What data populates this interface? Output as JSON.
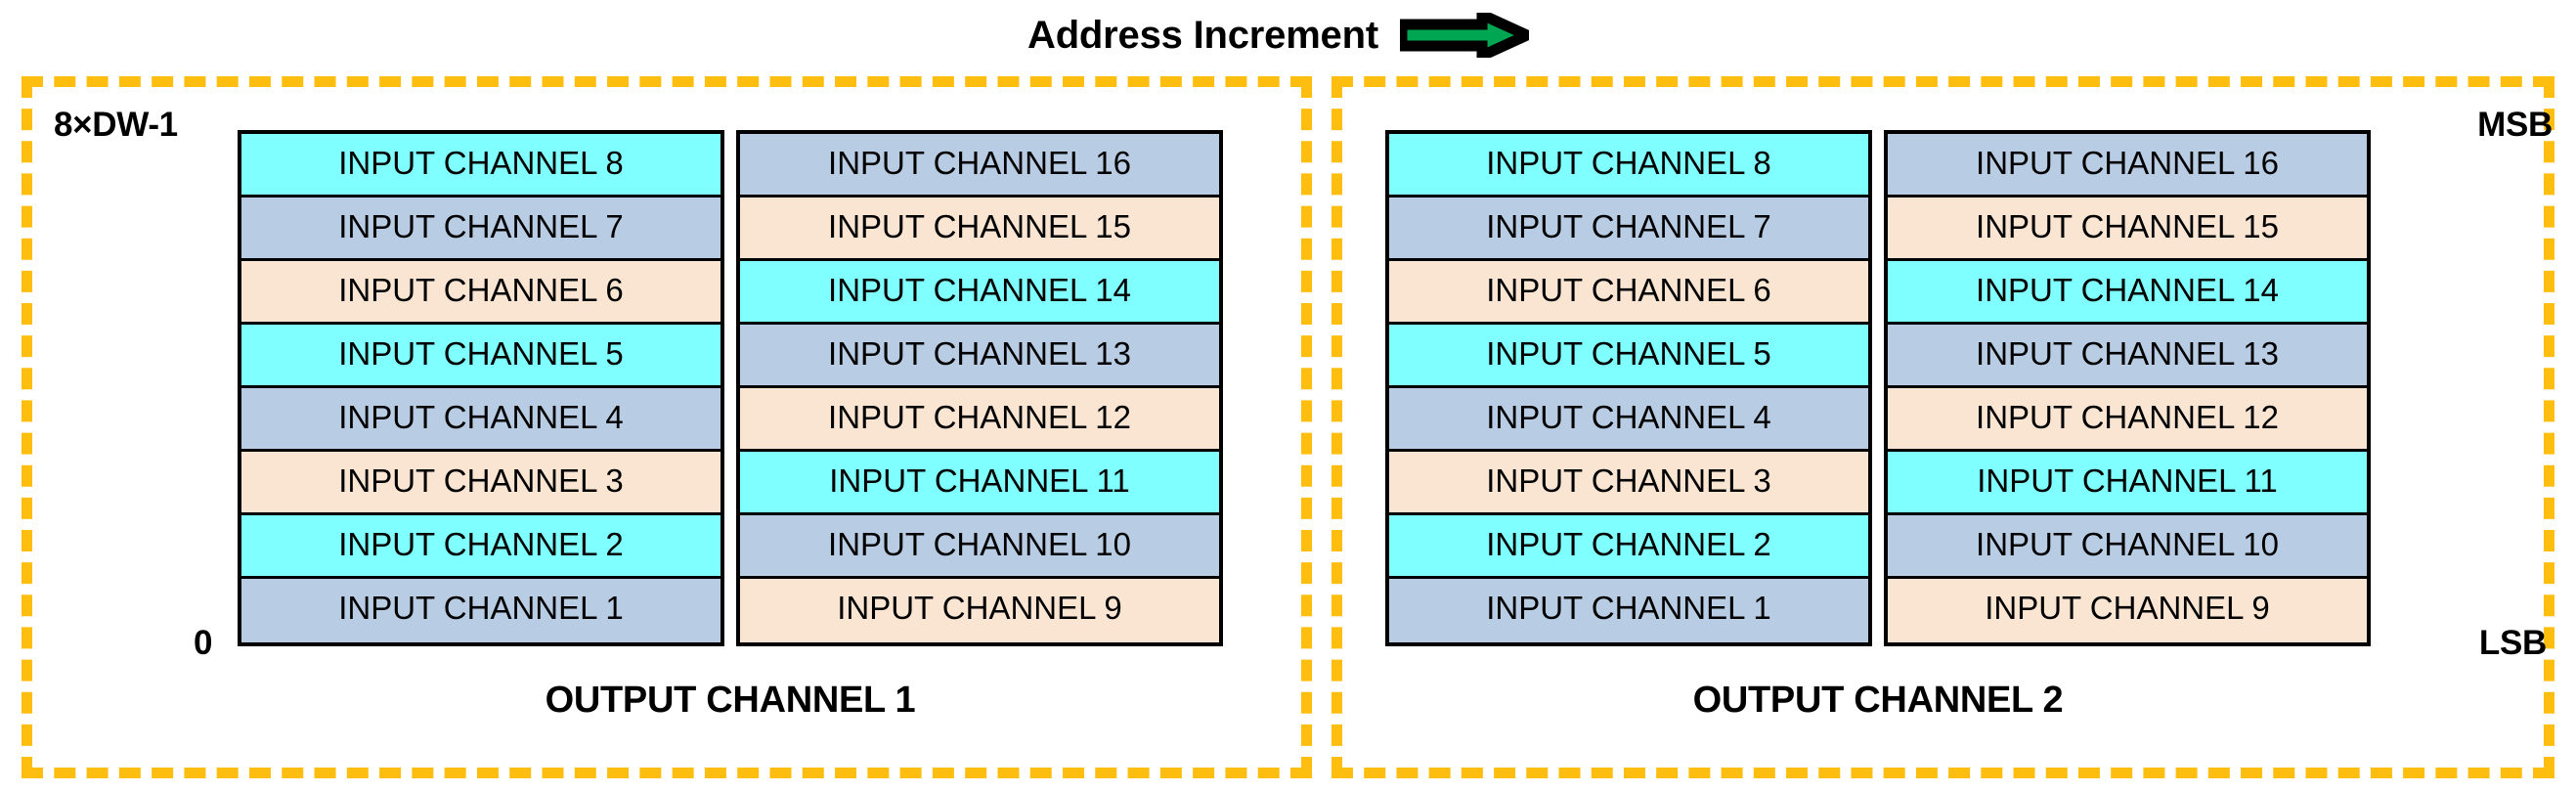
{
  "header": {
    "title": "Address Increment",
    "arrow_icon": "arrow-right-icon",
    "arrow_fill": "#00A651",
    "arrow_stroke": "#000000"
  },
  "labels": {
    "top_left": "8×DW-1",
    "bottom_left": "0",
    "msb": "MSB",
    "lsb": "LSB"
  },
  "colors": {
    "cyan": "#7FFFFF",
    "blue": "#B8CCE4",
    "peach": "#FAE5D3",
    "dashed_border": "#FDBE10",
    "cell_border": "#000000",
    "background": "#FFFFFF"
  },
  "groups": [
    {
      "caption": "OUTPUT CHANNEL 1",
      "columns": [
        {
          "cells": [
            {
              "label": "INPUT CHANNEL 8",
              "color": "cyan"
            },
            {
              "label": "INPUT CHANNEL 7",
              "color": "blue"
            },
            {
              "label": "INPUT CHANNEL 6",
              "color": "peach"
            },
            {
              "label": "INPUT CHANNEL 5",
              "color": "cyan"
            },
            {
              "label": "INPUT CHANNEL 4",
              "color": "blue"
            },
            {
              "label": "INPUT CHANNEL 3",
              "color": "peach"
            },
            {
              "label": "INPUT CHANNEL 2",
              "color": "cyan"
            },
            {
              "label": "INPUT CHANNEL 1",
              "color": "blue"
            }
          ]
        },
        {
          "cells": [
            {
              "label": "INPUT CHANNEL 16",
              "color": "blue"
            },
            {
              "label": "INPUT CHANNEL 15",
              "color": "peach"
            },
            {
              "label": "INPUT CHANNEL 14",
              "color": "cyan"
            },
            {
              "label": "INPUT CHANNEL 13",
              "color": "blue"
            },
            {
              "label": "INPUT CHANNEL 12",
              "color": "peach"
            },
            {
              "label": "INPUT CHANNEL 11",
              "color": "cyan"
            },
            {
              "label": "INPUT CHANNEL 10",
              "color": "blue"
            },
            {
              "label": "INPUT CHANNEL 9",
              "color": "peach"
            }
          ]
        }
      ]
    },
    {
      "caption": "OUTPUT CHANNEL 2",
      "columns": [
        {
          "cells": [
            {
              "label": "INPUT CHANNEL 8",
              "color": "cyan"
            },
            {
              "label": "INPUT CHANNEL 7",
              "color": "blue"
            },
            {
              "label": "INPUT CHANNEL 6",
              "color": "peach"
            },
            {
              "label": "INPUT CHANNEL 5",
              "color": "cyan"
            },
            {
              "label": "INPUT CHANNEL 4",
              "color": "blue"
            },
            {
              "label": "INPUT CHANNEL 3",
              "color": "peach"
            },
            {
              "label": "INPUT CHANNEL 2",
              "color": "cyan"
            },
            {
              "label": "INPUT CHANNEL 1",
              "color": "blue"
            }
          ]
        },
        {
          "cells": [
            {
              "label": "INPUT CHANNEL 16",
              "color": "blue"
            },
            {
              "label": "INPUT CHANNEL 15",
              "color": "peach"
            },
            {
              "label": "INPUT CHANNEL 14",
              "color": "cyan"
            },
            {
              "label": "INPUT CHANNEL 13",
              "color": "blue"
            },
            {
              "label": "INPUT CHANNEL 12",
              "color": "peach"
            },
            {
              "label": "INPUT CHANNEL 11",
              "color": "cyan"
            },
            {
              "label": "INPUT CHANNEL 10",
              "color": "blue"
            },
            {
              "label": "INPUT CHANNEL 9",
              "color": "peach"
            }
          ]
        }
      ]
    }
  ]
}
